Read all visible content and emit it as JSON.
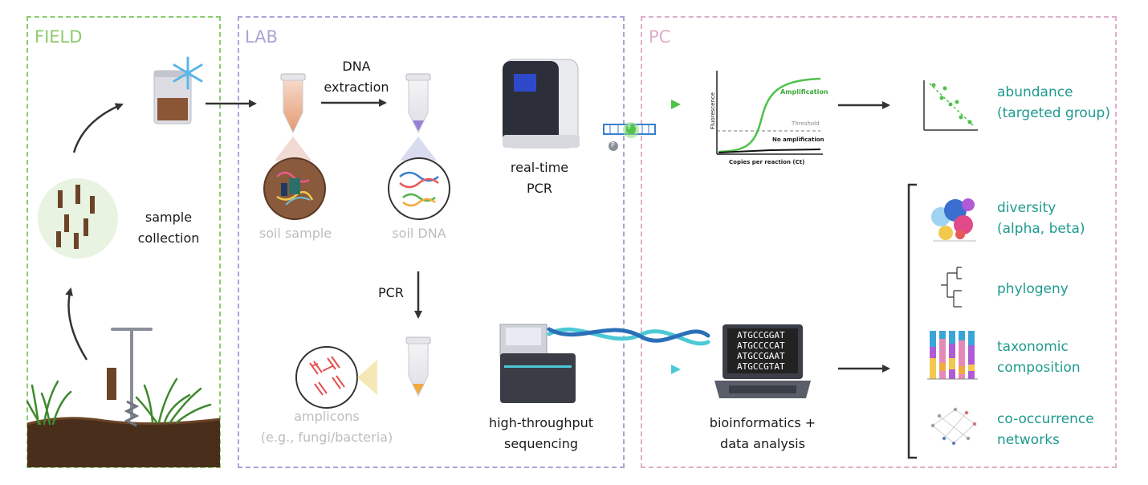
{
  "panels": {
    "field": {
      "title": "FIELD",
      "color": "#8ccb6e"
    },
    "lab": {
      "title": "LAB",
      "color": "#aaa3d6"
    },
    "pc": {
      "title": "PC",
      "color": "#deaec8"
    }
  },
  "labels": {
    "sample_collection": [
      "sample",
      "collection"
    ],
    "dna_extraction": [
      "DNA",
      "extraction"
    ],
    "soil_sample": "soil sample",
    "soil_dna": "soil DNA",
    "realtime_pcr": [
      "real-time",
      "PCR"
    ],
    "pcr": "PCR",
    "amplicons": [
      "amplicons",
      "(e.g., fungi/bacteria)"
    ],
    "hts": [
      "high-throughput",
      "sequencing"
    ],
    "bioinformatics": [
      "bioinformatics +",
      "data analysis"
    ],
    "probe_f": "F",
    "probe_p": "P"
  },
  "qpcr_chart": {
    "ylabel": "Fluorescence",
    "xlabel": "Copies per reaction (Ct)",
    "amplification": "Amplification",
    "threshold": "Threshold",
    "no_amplification": "No amplification"
  },
  "terminal": [
    "ATGCCGGAT",
    "ATGCCCCAT",
    "ATGCCGAAT",
    "ATGCCGTAT"
  ],
  "outputs": {
    "abundance": [
      "abundance",
      "(targeted group)"
    ],
    "diversity": [
      "diversity",
      "(alpha, beta)"
    ],
    "phylogeny": "phylogeny",
    "taxonomic": [
      "taxonomic",
      "composition"
    ],
    "cooccurrence": [
      "co-occurrence",
      "networks"
    ]
  },
  "colors": {
    "teal": "#1f9a8f",
    "green_arrow": "#4fc24a",
    "cyan_arrow": "#4cc9d6",
    "soil": "#4a2e1c",
    "grass": "#3e8a2e"
  }
}
